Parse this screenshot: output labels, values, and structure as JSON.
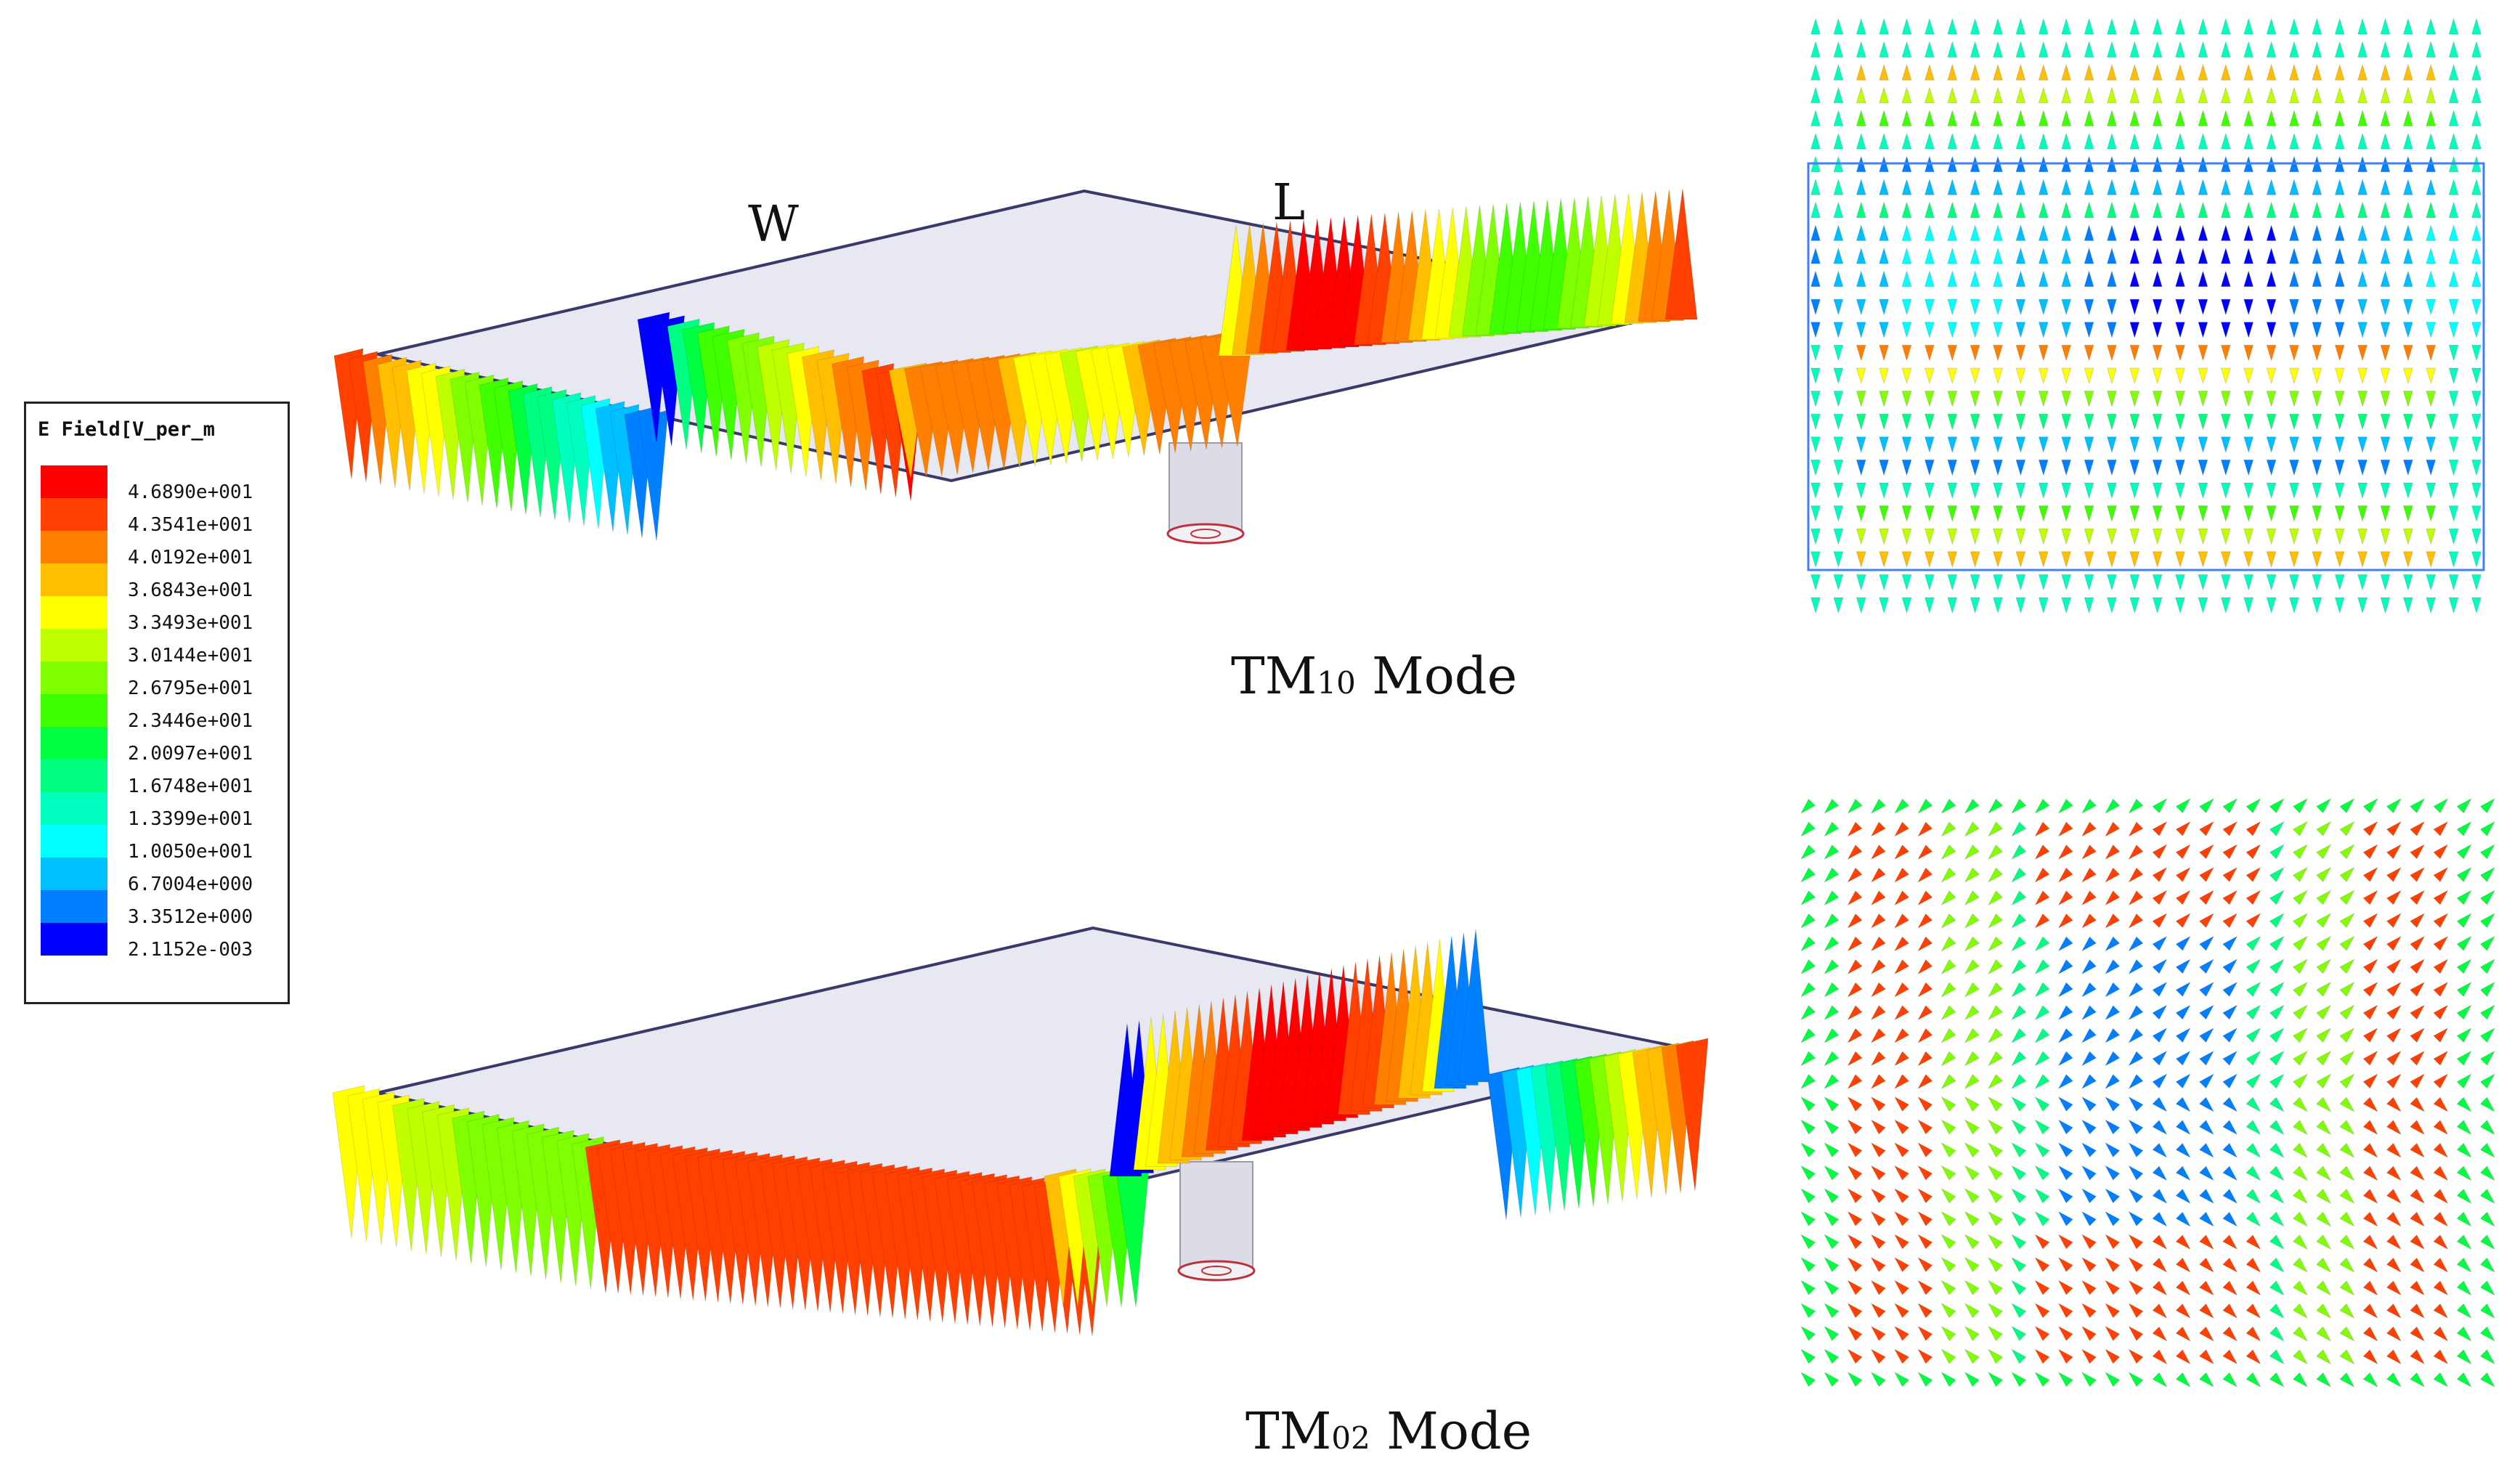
{
  "legend": {
    "title": "E Field[V_per_m",
    "entries": [
      {
        "label": "4.6890e+001",
        "color": "#ff0000"
      },
      {
        "label": "4.3541e+001",
        "color": "#ff4000"
      },
      {
        "label": "4.0192e+001",
        "color": "#ff8000"
      },
      {
        "label": "3.6843e+001",
        "color": "#ffbf00"
      },
      {
        "label": "3.3493e+001",
        "color": "#ffff00"
      },
      {
        "label": "3.0144e+001",
        "color": "#bfff00"
      },
      {
        "label": "2.6795e+001",
        "color": "#80ff00"
      },
      {
        "label": "2.3446e+001",
        "color": "#40ff00"
      },
      {
        "label": "2.0097e+001",
        "color": "#00ff40"
      },
      {
        "label": "1.6748e+001",
        "color": "#00ff80"
      },
      {
        "label": "1.3399e+001",
        "color": "#00ffbf"
      },
      {
        "label": "1.0050e+001",
        "color": "#00ffff"
      },
      {
        "label": "6.7004e+000",
        "color": "#00bfff"
      },
      {
        "label": "3.3512e+000",
        "color": "#0080ff"
      },
      {
        "label": "2.1152e-003",
        "color": "#0000ff"
      }
    ]
  },
  "dimensions": {
    "w": "W",
    "l": "L"
  },
  "modes": [
    {
      "prefix": "TM",
      "sub": "10",
      "suffix": " Mode"
    },
    {
      "prefix": "TM",
      "sub": "02",
      "suffix": " Mode"
    }
  ],
  "colors": {
    "patch_fill": "#e8e8f2",
    "patch_edge": "#3a3a6a",
    "feed": "#dcdce6",
    "feed_ring": "#c0303a"
  }
}
